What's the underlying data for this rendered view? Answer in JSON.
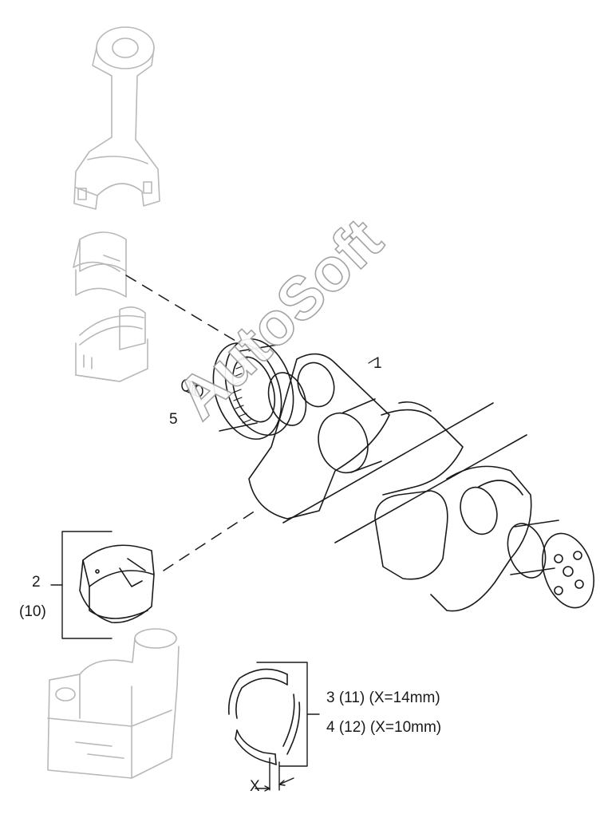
{
  "callouts": {
    "part_1": "1",
    "part_5": "5",
    "part_2": "2",
    "part_2_alt": "(10)",
    "part_3": "3 (11) (X=14mm)",
    "part_4": "4 (12) (X=10mm)",
    "dimension_x": "X"
  },
  "watermark": "AutoSoft",
  "colors": {
    "line": "#1a1a1a",
    "ghost_line": "#b8b8b8",
    "background": "#ffffff"
  }
}
